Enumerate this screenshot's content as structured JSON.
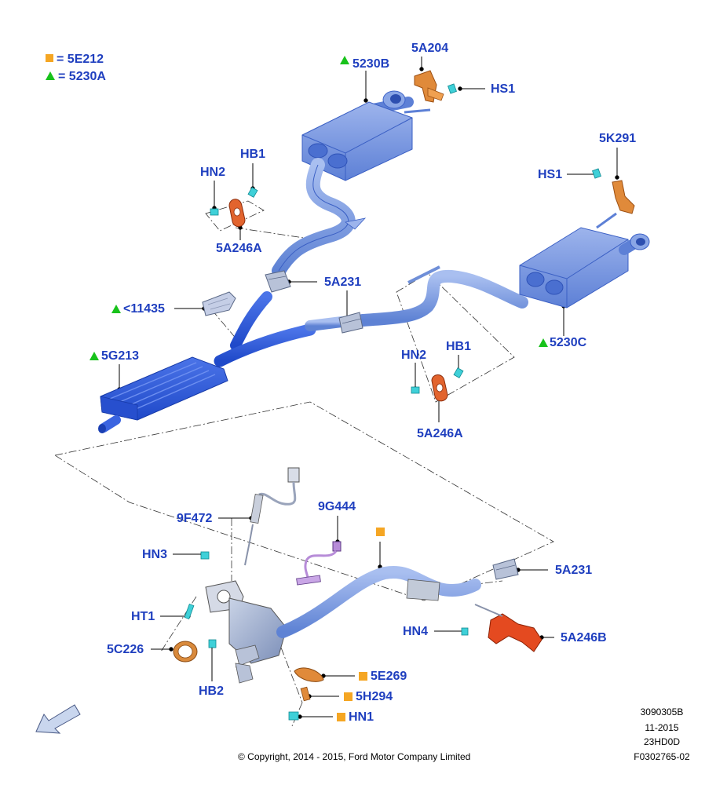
{
  "legend": [
    {
      "marker": "square",
      "text": "= 5E212"
    },
    {
      "marker": "triangle",
      "text": "= 5230A"
    }
  ],
  "labels": {
    "l_5230B": "5230B",
    "l_5A204": "5A204",
    "l_HS1_top": "HS1",
    "l_HB1_top": "HB1",
    "l_HN2_top": "HN2",
    "l_5A246A_top": "5A246A",
    "l_5K291": "5K291",
    "l_HS1_right": "HS1",
    "l_5A231_mid": "5A231",
    "l_11435": "<11435",
    "l_5230C": "5230C",
    "l_5G213": "5G213",
    "l_HN2_mid": "HN2",
    "l_HB1_mid": "HB1",
    "l_5A246A_mid": "5A246A",
    "l_9F472": "9F472",
    "l_9G444": "9G444",
    "l_HN3": "HN3",
    "l_5A231_low": "5A231",
    "l_HT1": "HT1",
    "l_HN4": "HN4",
    "l_5A246B": "5A246B",
    "l_5C226": "5C226",
    "l_HB2": "HB2",
    "l_5E269": "5E269",
    "l_5H294": "5H294",
    "l_HN1": "HN1"
  },
  "meta": {
    "code1": "3090305B",
    "code2": "11-2015",
    "code3": "23HD0D",
    "code4": "F0302765-02"
  },
  "copyright": "© Copyright, 2014 - 2015, Ford Motor Company Limited",
  "colors": {
    "label": "#1f3fbf",
    "pipe": "#6f8fd8",
    "muffler_dark": "#2d5bd6",
    "bracket_orange": "#e07a2a",
    "bracket_red": "#d84420",
    "clip_cyan": "#3fd0d8",
    "square_marker": "#f5a623",
    "triangle_marker": "#18c21b"
  }
}
